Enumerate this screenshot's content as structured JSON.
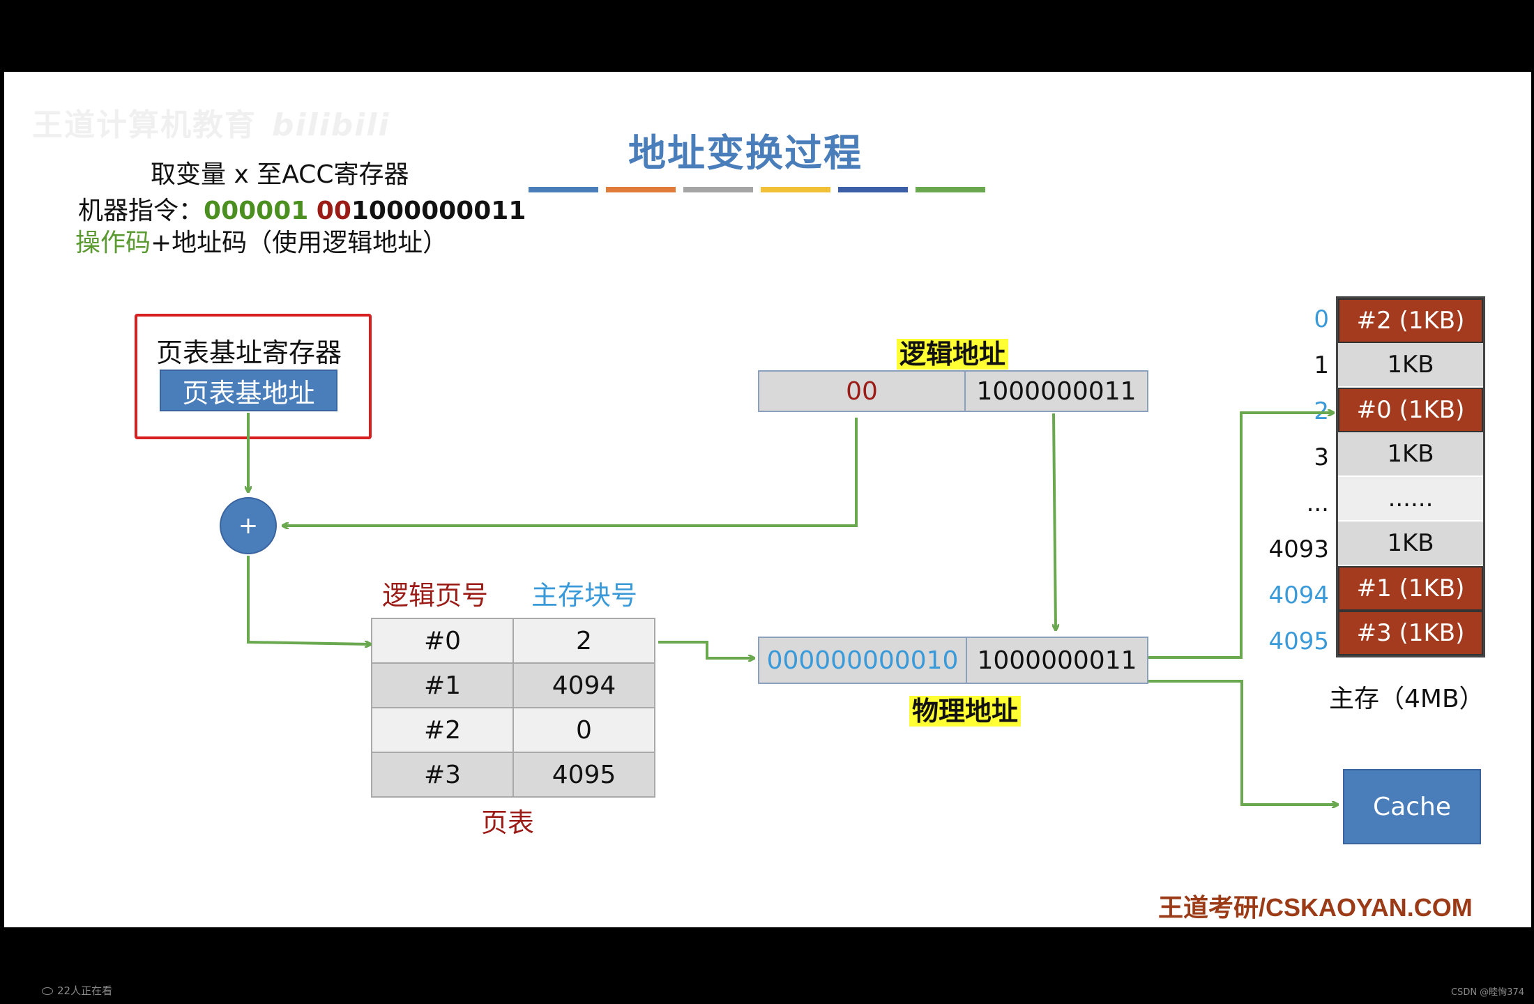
{
  "watermark": {
    "text": "王道计算机教育",
    "bili": "bilibili"
  },
  "title": "地址变换过程",
  "stripes": [
    "#4a7ebb",
    "#e07b39",
    "#a5a5a5",
    "#f2c037",
    "#3a5fa6",
    "#6aa84f"
  ],
  "intro": {
    "line1": "取变量 x 至ACC寄存器",
    "line2_prefix": "机器指令：",
    "opcode": "000001",
    "page_bits": "00",
    "offset_bits": "1000000011",
    "line3_green": "操作码",
    "line3_rest": "+地址码（使用逻辑地址）"
  },
  "ptbr": {
    "label": "页表基址寄存器",
    "value": "页表基地址"
  },
  "adder": {
    "symbol": "+"
  },
  "logical_address": {
    "label": "逻辑地址",
    "page": "00",
    "offset": "1000000011"
  },
  "page_table": {
    "header_page": "逻辑页号",
    "header_frame": "主存块号",
    "caption": "页表",
    "rows": [
      {
        "page": "#0",
        "frame": "2"
      },
      {
        "page": "#1",
        "frame": "4094"
      },
      {
        "page": "#2",
        "frame": "0"
      },
      {
        "page": "#3",
        "frame": "4095"
      }
    ]
  },
  "physical_address": {
    "label": "物理地址",
    "frame": "000000000010",
    "offset": "1000000011"
  },
  "memory": {
    "caption": "主存（4MB）",
    "rows": [
      {
        "index": "0",
        "content": "#2 (1KB)",
        "state": "alloc",
        "index_color": "blue"
      },
      {
        "index": "1",
        "content": "1KB",
        "state": "free",
        "index_color": "black"
      },
      {
        "index": "2",
        "content": "#0 (1KB)",
        "state": "alloc",
        "index_color": "blue"
      },
      {
        "index": "3",
        "content": "1KB",
        "state": "free",
        "index_color": "black"
      },
      {
        "index": "...",
        "content": "......",
        "state": "dots",
        "index_color": "black"
      },
      {
        "index": "4093",
        "content": "1KB",
        "state": "free",
        "index_color": "black"
      },
      {
        "index": "4094",
        "content": "#1 (1KB)",
        "state": "alloc",
        "index_color": "blue"
      },
      {
        "index": "4095",
        "content": "#3 (1KB)",
        "state": "alloc",
        "index_color": "blue"
      }
    ]
  },
  "cache": {
    "label": "Cache"
  },
  "brand": "王道考研/CSKAOYAN.COM",
  "footer": {
    "viewers": "22人正在看",
    "credit": "CSDN @睦恂374"
  }
}
